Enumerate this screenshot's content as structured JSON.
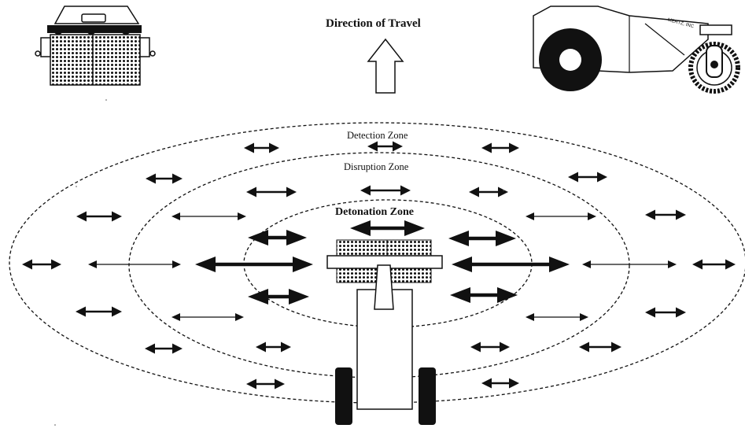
{
  "diagram": {
    "title": "Direction of Travel",
    "zones": {
      "detection": "Detection Zone",
      "disruption": "Disruption Zone",
      "detonation": "Detonation Zone"
    },
    "vehicle_brand": "MERTZ, INC",
    "colors": {
      "ink": "#111111",
      "background": "#ffffff"
    },
    "icons": [
      "front-vehicle-icon",
      "side-vehicle-icon",
      "travel-arrow-icon",
      "top-vehicle-icon",
      "double-arrow-icon"
    ]
  }
}
